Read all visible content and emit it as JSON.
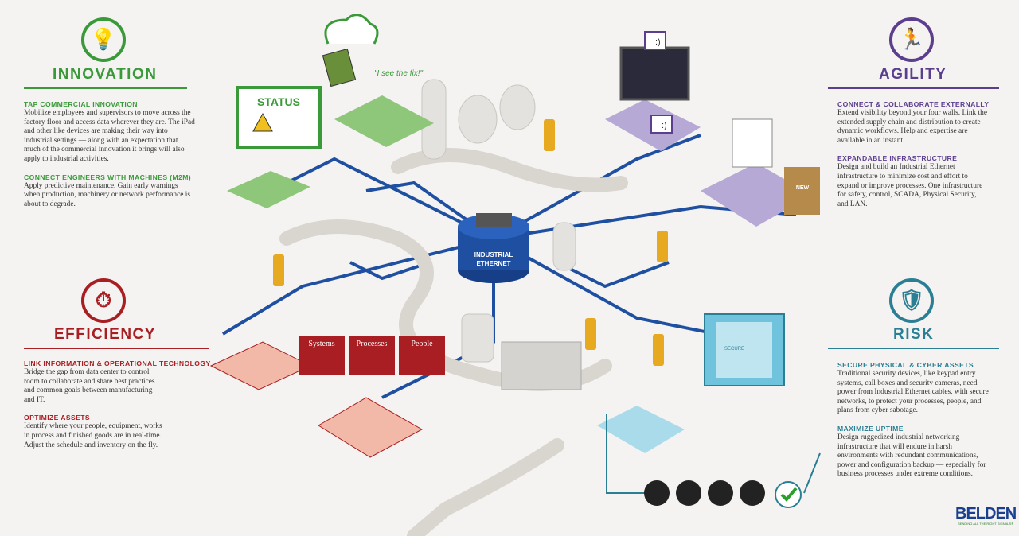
{
  "innovation": {
    "title": "INNOVATION",
    "icon": "lightbulb-icon",
    "color": "#3a9a3a",
    "items": [
      {
        "heading": "TAP COMMERCIAL INNOVATION",
        "body": "Mobilize employees and supervisors to move across the factory floor and access data wherever they are. The iPad and other like devices are making their way into industrial settings — along with an expectation that much of the commercial innovation it brings will also apply to industrial activities."
      },
      {
        "heading": "CONNECT ENGINEERS WITH MACHINES (M2M)",
        "body": "Apply predictive maintenance. Gain early warnings when production, machinery or network performance is about to degrade."
      }
    ]
  },
  "efficiency": {
    "title": "EFFICIENCY",
    "icon": "stopwatch-cycle-icon",
    "color": "#a81e22",
    "items": [
      {
        "heading": "LINK INFORMATION & OPERATIONAL TECHNOLOGY",
        "body": "Bridge the gap from data center to control room to collaborate and share best practices and common goals between manufacturing and IT."
      },
      {
        "heading": "OPTIMIZE ASSETS",
        "body": "Identify where your people, equipment, works in process and finished goods are in real-time. Adjust the schedule and inventory on the fly."
      }
    ]
  },
  "agility": {
    "title": "AGILITY",
    "icon": "running-person-icon",
    "color": "#5b3e8e",
    "items": [
      {
        "heading": "CONNECT & COLLABORATE EXTERNALLY",
        "body": "Extend visibility beyond your four walls. Link the extended supply chain and distribution to create dynamic workflows. Help and expertise are available in an instant."
      },
      {
        "heading": "EXPANDABLE INFRASTRUCTURE",
        "body": "Design and build an Industrial Ethernet infrastructure to minimize cost and effort to expand or improve processes. One infrastructure for safety, control, SCADA, Physical Security, and LAN."
      }
    ]
  },
  "risk": {
    "title": "RISK",
    "icon": "shield-icon",
    "color": "#2a7f95",
    "items": [
      {
        "heading": "SECURE PHYSICAL & CYBER ASSETS",
        "body": "Traditional security devices, like keypad entry systems, call boxes and security cameras, need power from Industrial Ethernet cables, with secure networks, to protect your processes, people, and plans from cyber sabotage."
      },
      {
        "heading": "MAXIMIZE UPTIME",
        "body": "Design ruggedized industrial networking infrastructure that will endure in harsh environments with redundant communications, power and configuration backup — especially for business processes under extreme conditions."
      }
    ]
  },
  "illustration": {
    "hub_label_1": "INDUSTRIAL",
    "hub_label_2": "ETHERNET",
    "status_label": "STATUS",
    "speech": "\"I see the fix!\"",
    "panels": [
      "Systems",
      "Processes",
      "People"
    ],
    "secure_label": "SECURE",
    "box_label": "NEW",
    "smiley": ":)"
  },
  "brand": {
    "name": "BELDEN",
    "tagline": "SENDING ALL THE RIGHT SIGNALS®"
  }
}
